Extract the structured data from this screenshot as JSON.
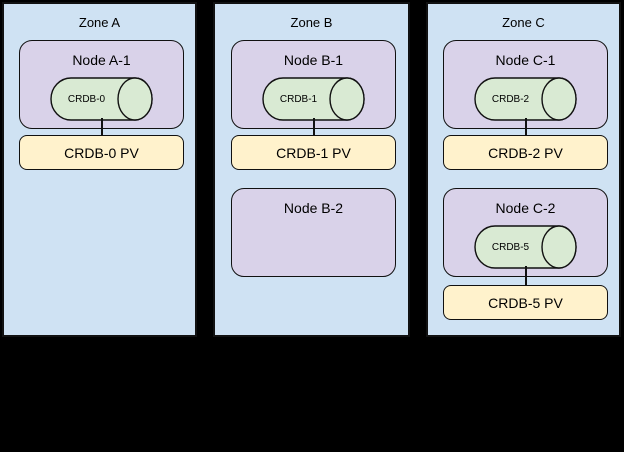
{
  "diagram": {
    "background": "#000000",
    "colors": {
      "zone-fill": "#cfe2f3",
      "node-fill": "#d9d2e9",
      "db-fill": "#d9ead3",
      "pv-fill": "#fff2cc",
      "border": "#111111",
      "text": "#000000"
    },
    "zones": [
      {
        "label": "Zone A",
        "nodes": [
          {
            "label": "Node A-1",
            "db": "CRDB-0",
            "pv": "CRDB-0 PV"
          }
        ]
      },
      {
        "label": "Zone B",
        "nodes": [
          {
            "label": "Node B-1",
            "db": "CRDB-1",
            "pv": "CRDB-1 PV"
          },
          {
            "label": "Node B-2"
          }
        ]
      },
      {
        "label": "Zone C",
        "nodes": [
          {
            "label": "Node C-1",
            "db": "CRDB-2",
            "pv": "CRDB-2 PV"
          },
          {
            "label": "Node C-2",
            "db": "CRDB-5",
            "pv": "CRDB-5 PV"
          }
        ]
      }
    ]
  }
}
